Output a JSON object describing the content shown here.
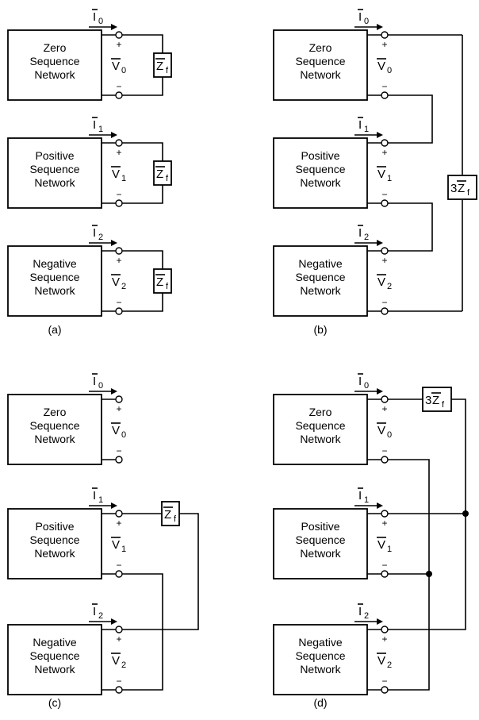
{
  "networks": {
    "zero": [
      "Zero",
      "Sequence",
      "Network"
    ],
    "positive": [
      "Positive",
      "Sequence",
      "Network"
    ],
    "negative": [
      "Negative",
      "Sequence",
      "Network"
    ]
  },
  "symbols": {
    "current_base": "I",
    "voltage_base": "V",
    "impedance_base": "Z",
    "impedance_sub": "f",
    "three_factor": "3",
    "index": [
      "0",
      "1",
      "2"
    ],
    "plus": "+",
    "minus": "−"
  },
  "panels": [
    {
      "caption": "(a)"
    },
    {
      "caption": "(b)"
    },
    {
      "caption": "(c)"
    },
    {
      "caption": "(d)"
    }
  ]
}
